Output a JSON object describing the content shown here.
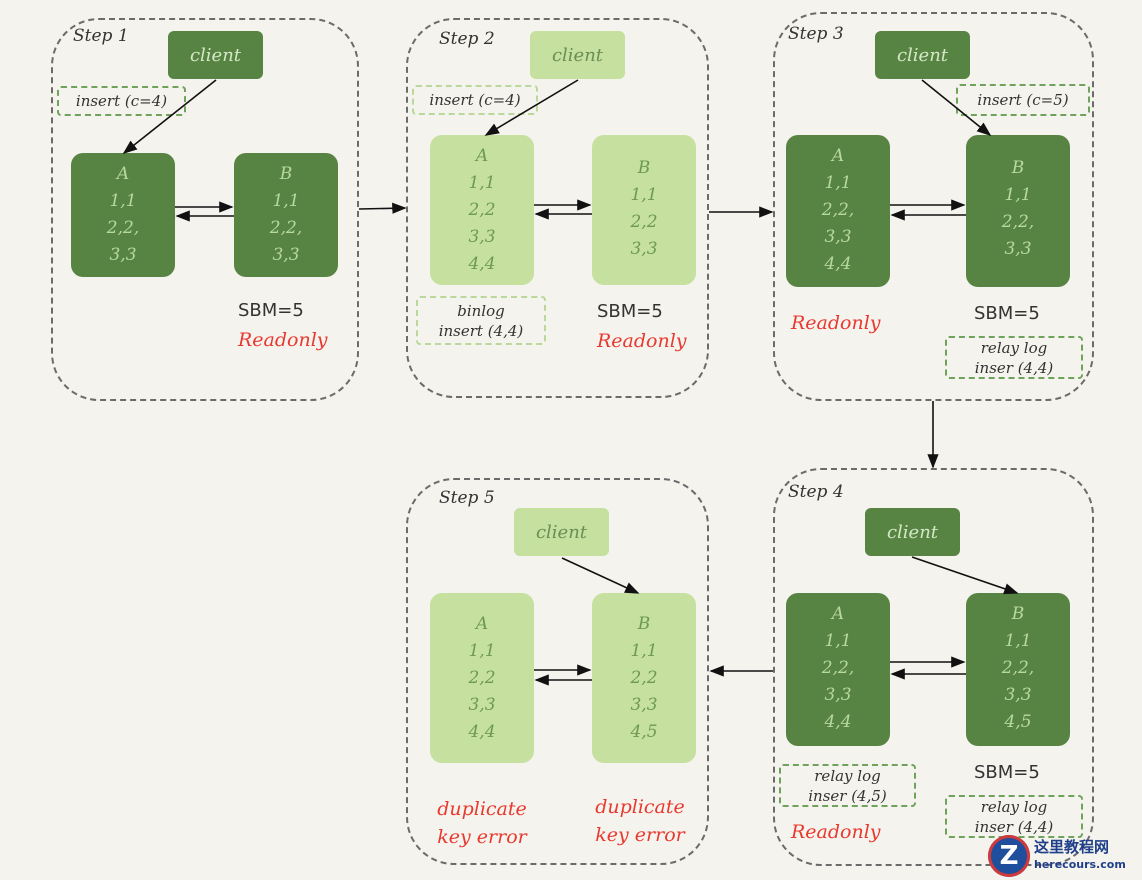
{
  "steps": [
    {
      "label": "Step 1",
      "client": "client",
      "insert_note": "insert (c=4)",
      "db_a": {
        "name": "A",
        "rows": [
          "1,1",
          "2,2,",
          "3,3"
        ]
      },
      "db_b": {
        "name": "B",
        "rows": [
          "1,1",
          "2,2,",
          "3,3"
        ]
      },
      "sbm": "SBM=5",
      "readonly": "Readonly"
    },
    {
      "label": "Step 2",
      "client": "client",
      "insert_note": "insert (c=4)",
      "db_a": {
        "name": "A",
        "rows": [
          "1,1",
          "2,2",
          "3,3",
          "4,4"
        ]
      },
      "db_b": {
        "name": "B",
        "rows": [
          "1,1",
          "2,2",
          "3,3"
        ]
      },
      "binlog_note": [
        "binlog",
        "insert (4,4)"
      ],
      "sbm": "SBM=5",
      "readonly": "Readonly"
    },
    {
      "label": "Step 3",
      "client": "client",
      "insert_note": "insert (c=5)",
      "db_a": {
        "name": "A",
        "rows": [
          "1,1",
          "2,2,",
          "3,3",
          "4,4"
        ]
      },
      "db_b": {
        "name": "B",
        "rows": [
          "1,1",
          "2,2,",
          "3,3"
        ]
      },
      "readonly": "Readonly",
      "sbm": "SBM=5",
      "relay_note": [
        "relay log",
        "inser (4,4)"
      ]
    },
    {
      "label": "Step 4",
      "client": "client",
      "db_a": {
        "name": "A",
        "rows": [
          "1,1",
          "2,2,",
          "3,3",
          "4,4"
        ]
      },
      "db_b": {
        "name": "B",
        "rows": [
          "1,1",
          "2,2,",
          "3,3",
          "4,5"
        ]
      },
      "relay_note_a": [
        "relay log",
        "inser (4,5)"
      ],
      "readonly": "Readonly",
      "sbm": "SBM=5",
      "relay_note_b": [
        "relay log",
        "inser (4,4)"
      ]
    },
    {
      "label": "Step 5",
      "client": "client",
      "db_a": {
        "name": "A",
        "rows": [
          "1,1",
          "2,2",
          "3,3",
          "4,4"
        ]
      },
      "db_b": {
        "name": "B",
        "rows": [
          "1,1",
          "2,2",
          "3,3",
          "4,5"
        ]
      },
      "error_a": [
        "duplicate",
        "key error"
      ],
      "error_b": [
        "duplicate",
        "key error"
      ]
    }
  ],
  "colors": {
    "dark_green": "#578442",
    "light_green": "#c6e0a0",
    "red_text": "#e8392f",
    "dashed_border": "#6b6b6b"
  },
  "watermark": {
    "logo_letter": "Z",
    "cn": "这里教程网",
    "en": "herecours.com"
  }
}
